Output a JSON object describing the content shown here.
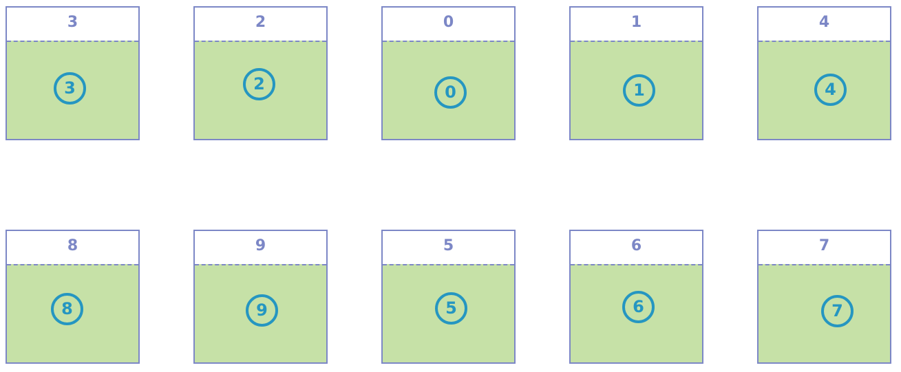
{
  "boxes": [
    {
      "label": "3",
      "ball": "3"
    },
    {
      "label": "2",
      "ball": "2"
    },
    {
      "label": "0",
      "ball": "0"
    },
    {
      "label": "1",
      "ball": "1"
    },
    {
      "label": "4",
      "ball": "4"
    },
    {
      "label": "8",
      "ball": "8"
    },
    {
      "label": "9",
      "ball": "9"
    },
    {
      "label": "5",
      "ball": "5"
    },
    {
      "label": "6",
      "ball": "6"
    },
    {
      "label": "7",
      "ball": "7"
    }
  ],
  "colors": {
    "border": "#7c87c6",
    "fill": "#c6e1a7",
    "ball": "#2596c1"
  }
}
